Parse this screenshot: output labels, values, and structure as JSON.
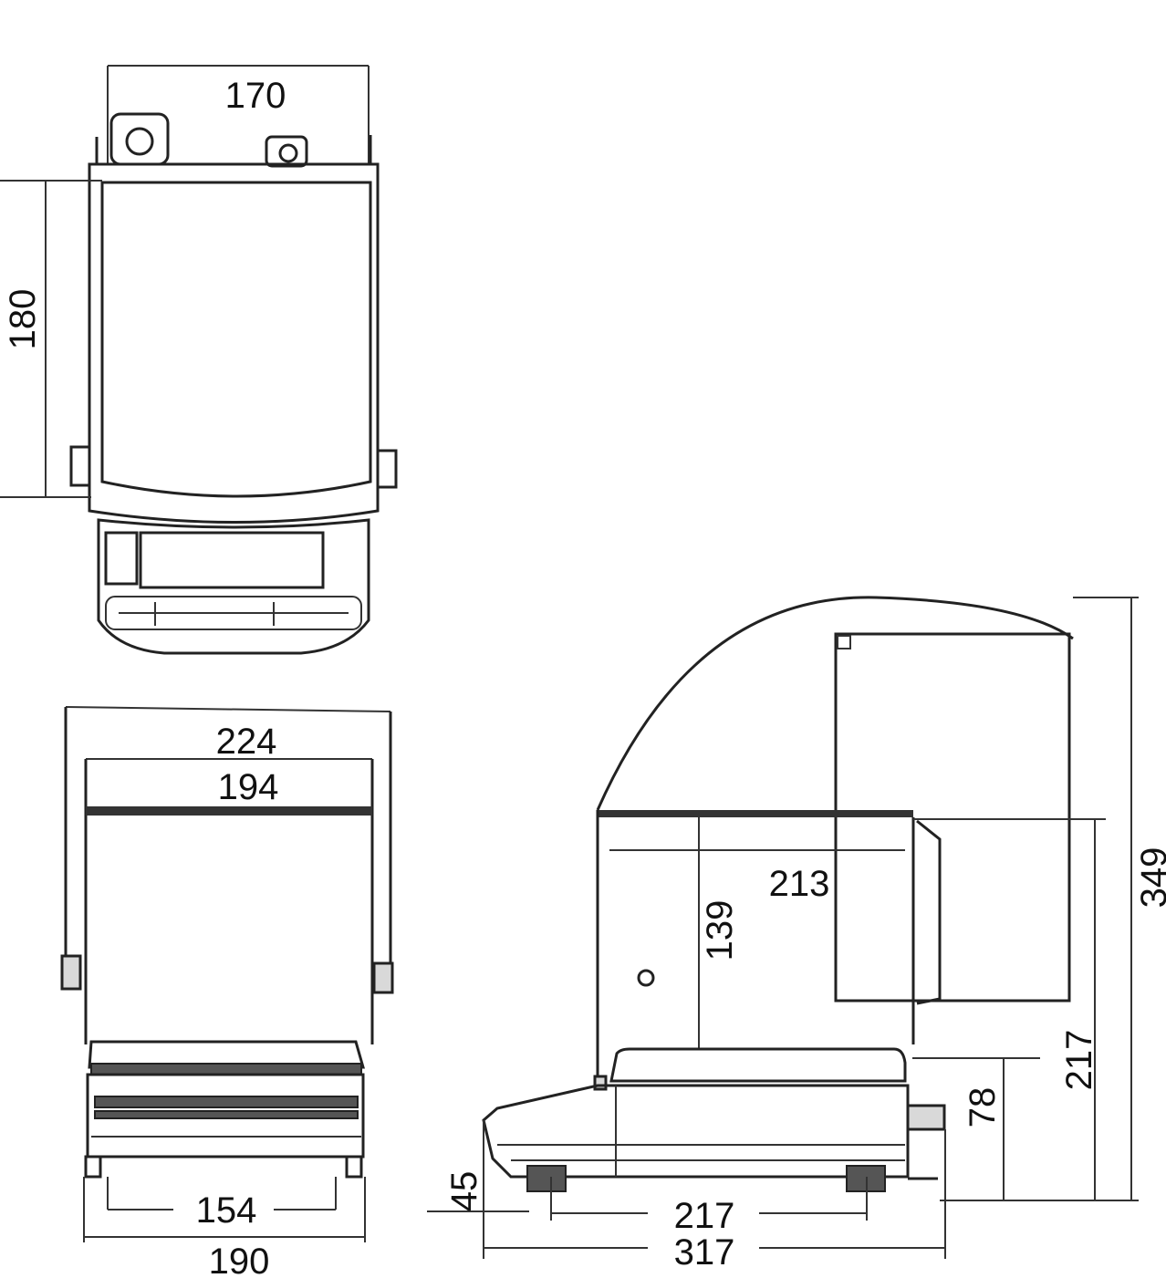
{
  "top_view": {
    "width": "170",
    "depth": "180"
  },
  "front_view": {
    "overall_width": "224",
    "inner_width": "194",
    "foot_spacing": "154",
    "base_width": "190"
  },
  "side_view": {
    "chamber_depth": "213",
    "chamber_height": "139",
    "overall_height": "349",
    "body_height": "217",
    "pan_height": "78",
    "foot_height": "45",
    "foot_spacing": "217",
    "overall_depth": "317"
  }
}
